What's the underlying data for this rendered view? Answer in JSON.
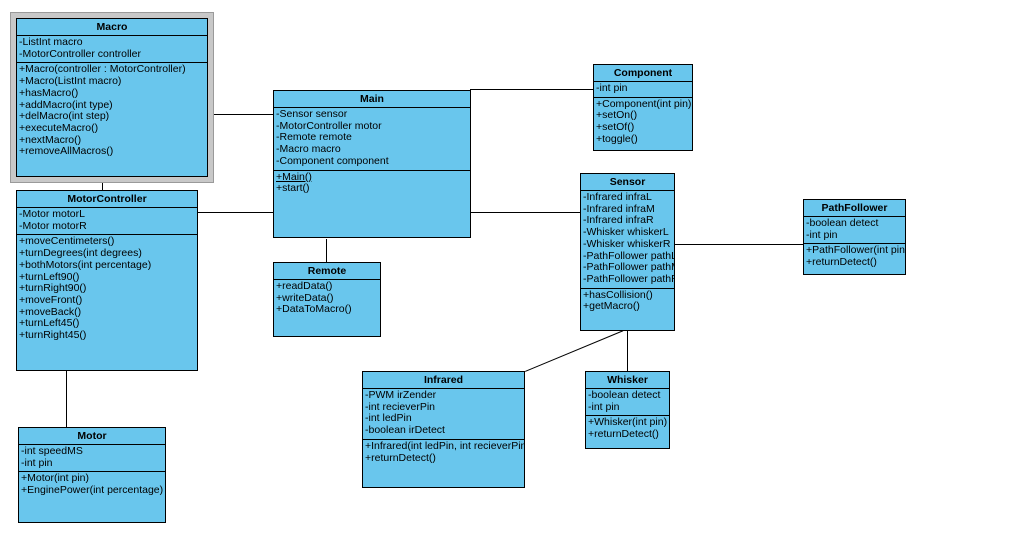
{
  "diagram": {
    "type": "uml-class-diagram",
    "background": "#ffffff",
    "class_fill": "#69C6ED",
    "class_border": "#000000",
    "selection_frame_color": "#C8C8C8",
    "classes": [
      {
        "key": "macro",
        "name": "Macro",
        "selected": true,
        "attributes": [
          "-ListInt macro",
          "-MotorController controller"
        ],
        "methods": [
          "+Macro(controller : MotorController)",
          "+Macro(ListInt macro)",
          "+hasMacro()",
          "+addMacro(int type)",
          "+delMacro(int step)",
          "+executeMacro()",
          "+nextMacro()",
          "+removeAllMacros()"
        ]
      },
      {
        "key": "motorcontroller",
        "name": "MotorController",
        "selected": false,
        "attributes": [
          "-Motor motorL",
          "-Motor motorR"
        ],
        "methods": [
          "+moveCentimeters()",
          "+turnDegrees(int degrees)",
          "+bothMotors(int percentage)",
          "+turnLeft90()",
          "+turnRight90()",
          "+moveFront()",
          "+moveBack()",
          "+turnLeft45()",
          "+turnRight45()"
        ]
      },
      {
        "key": "motor",
        "name": "Motor",
        "selected": false,
        "attributes": [
          "-int speedMS",
          "-int pin"
        ],
        "methods": [
          "+Motor(int pin)",
          "+EnginePower(int percentage)"
        ]
      },
      {
        "key": "main",
        "name": "Main",
        "selected": false,
        "attributes": [
          "-Sensor sensor",
          "-MotorController motor",
          "-Remote remote",
          "-Macro macro",
          "-Component component"
        ],
        "methods": [
          "+Main()",
          "+start()"
        ],
        "static_methods": [
          "+Main()"
        ]
      },
      {
        "key": "remote",
        "name": "Remote",
        "selected": false,
        "attributes": [],
        "methods": [
          "+readData()",
          "+writeData()",
          "+DataToMacro()"
        ]
      },
      {
        "key": "component",
        "name": "Component",
        "selected": false,
        "attributes": [
          "-int pin"
        ],
        "methods": [
          "+Component(int pin)",
          "+setOn()",
          "+setOf()",
          "+toggle()"
        ]
      },
      {
        "key": "sensor",
        "name": "Sensor",
        "selected": false,
        "attributes": [
          "-Infrared infraL",
          "-Infrared infraM",
          "-Infrared infraR",
          "-Whisker whiskerL",
          "-Whisker whiskerR",
          "-PathFollower pathL",
          "-PathFollower pathM",
          "-PathFollower pathR"
        ],
        "methods": [
          "+hasCollision()",
          "+getMacro()"
        ]
      },
      {
        "key": "pathfollower",
        "name": "PathFollower",
        "selected": false,
        "attributes": [
          "-boolean detect",
          "-int pin"
        ],
        "methods": [
          "+PathFollower(int pin)",
          "+returnDetect()"
        ]
      },
      {
        "key": "infrared",
        "name": "Infrared",
        "selected": false,
        "attributes": [
          "-PWM irZender",
          "-int recieverPin",
          "-int ledPin",
          "-boolean irDetect"
        ],
        "methods": [
          "+Infrared(int ledPin, int recieverPin)",
          "+returnDetect()"
        ]
      },
      {
        "key": "whisker",
        "name": "Whisker",
        "selected": false,
        "attributes": [
          "-boolean detect",
          "-int pin"
        ],
        "methods": [
          "+Whisker(int pin)",
          "+returnDetect()"
        ]
      }
    ],
    "associations": [
      {
        "from": "macro",
        "to": "main",
        "style": "plain"
      },
      {
        "from": "macro",
        "to": "motorcontroller",
        "style": "plain"
      },
      {
        "from": "motorcontroller",
        "to": "main",
        "style": "plain"
      },
      {
        "from": "motorcontroller",
        "to": "motor",
        "style": "plain"
      },
      {
        "from": "main",
        "to": "component",
        "style": "plain"
      },
      {
        "from": "main",
        "to": "sensor",
        "style": "plain"
      },
      {
        "from": "main",
        "to": "remote",
        "style": "plain"
      },
      {
        "from": "sensor",
        "to": "pathfollower",
        "style": "plain"
      },
      {
        "from": "sensor",
        "to": "infrared",
        "style": "diagonal"
      },
      {
        "from": "sensor",
        "to": "whisker",
        "style": "plain"
      }
    ]
  }
}
